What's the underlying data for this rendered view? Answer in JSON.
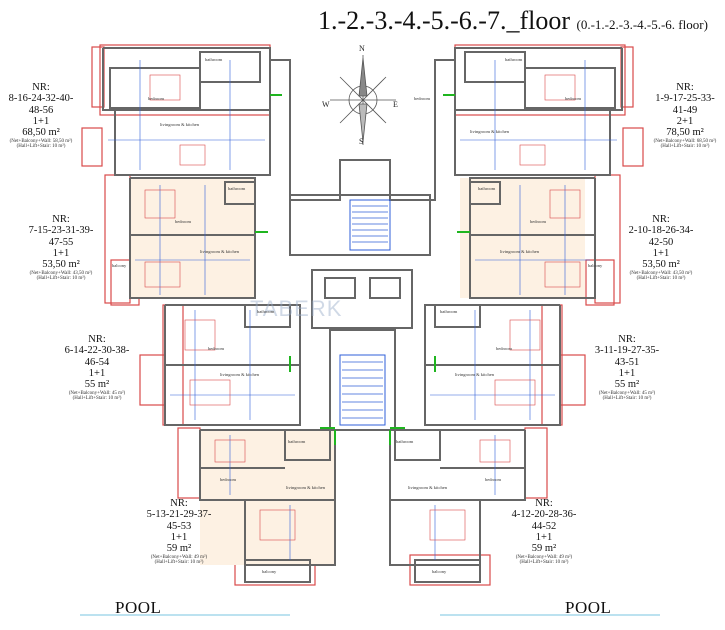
{
  "title": {
    "main": "1.-2.-3.-4.-5.-6.-7._floor",
    "sub": "(0.-1.-2.-3.-4.-5.-6. floor)"
  },
  "compass": {
    "n": "N",
    "s": "S",
    "e": "E",
    "w": "W"
  },
  "watermark": "TABERK",
  "pool_left": "POOL",
  "pool_right": "POOL",
  "units": [
    {
      "nr": "NR:",
      "ids": "8-16-24-32-40-",
      "ids2": "48-56",
      "type": "1+1",
      "area": "68,50 m²",
      "note1": "(Net+Balcony+Wall: 58,50 m²)",
      "note2": "(Hall+Lift+Stair: 10 m²)"
    },
    {
      "nr": "NR:",
      "ids": "1-9-17-25-33-",
      "ids2": "41-49",
      "type": "2+1",
      "area": "78,50 m²",
      "note1": "(Net+Balcony+Wall: 68,50 m²)",
      "note2": "(Hall+Lift+Stair: 10 m²)"
    },
    {
      "nr": "NR:",
      "ids": "7-15-23-31-39-",
      "ids2": "47-55",
      "type": "1+1",
      "area": "53,50 m²",
      "note1": "(Net+Balcony+Wall: 43,50 m²)",
      "note2": "(Hall+Lift+Stair: 10 m²)"
    },
    {
      "nr": "NR:",
      "ids": "2-10-18-26-34-",
      "ids2": "42-50",
      "type": "1+1",
      "area": "53,50 m²",
      "note1": "(Net+Balcony+Wall: 43,50 m²)",
      "note2": "(Hall+Lift+Stair: 10 m²)"
    },
    {
      "nr": "NR:",
      "ids": "6-14-22-30-38-",
      "ids2": "46-54",
      "type": "1+1",
      "area": "55  m²",
      "note1": "(Net+Balcony+Wall: 45 m²)",
      "note2": "(Hall+Lift+Stair: 10 m²)"
    },
    {
      "nr": "NR:",
      "ids": "3-11-19-27-35-",
      "ids2": "43-51",
      "type": "1+1",
      "area": "55  m²",
      "note1": "(Net+Balcony+Wall: 45 m²)",
      "note2": "(Hall+Lift+Stair: 10 m²)"
    },
    {
      "nr": "NR:",
      "ids": "5-13-21-29-37-",
      "ids2": "45-53",
      "type": "1+1",
      "area": "59  m²",
      "note1": "(Net+Balcony+Wall: 49 m²)",
      "note2": "(Hall+Lift+Stair: 10 m²)"
    },
    {
      "nr": "NR:",
      "ids": "4-12-20-28-36-",
      "ids2": "44-52",
      "type": "1+1",
      "area": "59  m²",
      "note1": "(Net+Balcony+Wall: 49 m²)",
      "note2": "(Hall+Lift+Stair: 10 m²)"
    }
  ],
  "rooms": {
    "bedroom": "bedroom",
    "bathroom": "bathroom",
    "living": "livingroom & kitchen",
    "balcony": "balcony"
  },
  "colors": {
    "wall": "#666666",
    "red": "#d94a4a",
    "blue": "#2f5fd8",
    "green": "#1fb51f",
    "highlight": "#fdf1e3"
  }
}
